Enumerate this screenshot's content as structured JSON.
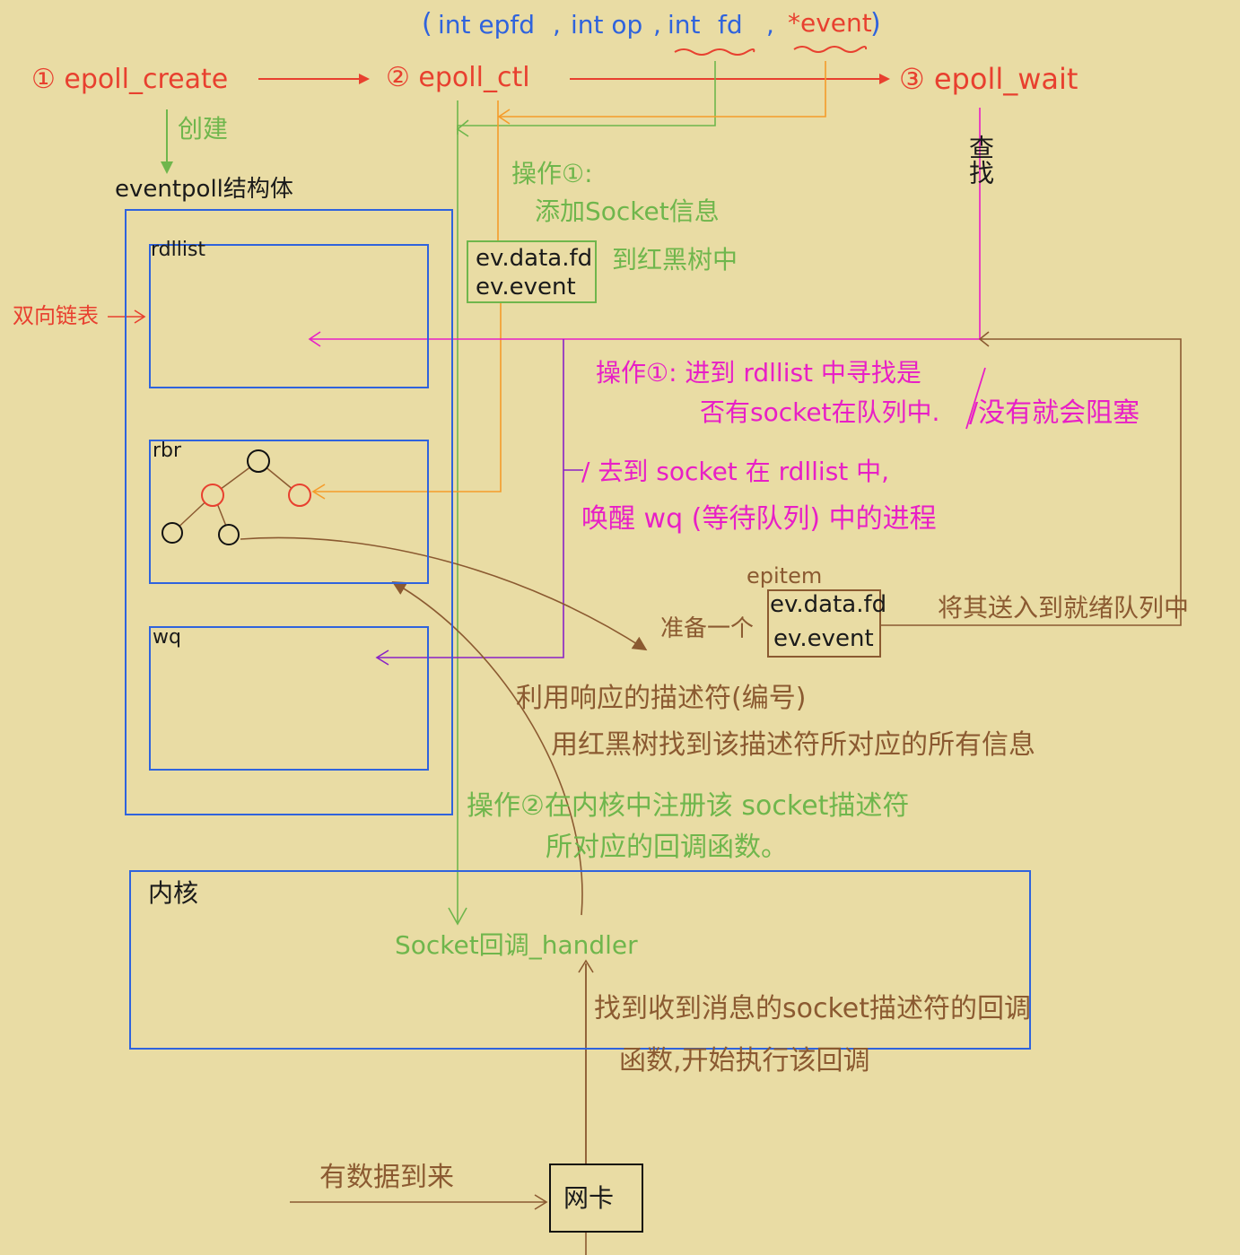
{
  "signature": {
    "open": "(",
    "p1": "int epfd",
    "sep1": ",",
    "p2": "int op",
    "sep2": ",",
    "p3_type": "int",
    "p3_name": "fd",
    "sep3": ",",
    "p4": "*event",
    "close": ")"
  },
  "steps": {
    "create": "① epoll_create",
    "ctl": "② epoll_ctl",
    "wait": "③ epoll_wait"
  },
  "create_label": "创建",
  "find_label": "查找",
  "eventpoll_label": "eventpoll结构体",
  "doubly_linked_list": "双向链表",
  "regions": {
    "rdllist": "rdllist",
    "rbr": "rbr",
    "wq": "wq"
  },
  "op1_add": {
    "line1": "操作①:",
    "line2": "添加Socket信息",
    "line3": "到红黑树中"
  },
  "ev_box1": {
    "fd": "ev.data.fd",
    "event": "ev.event"
  },
  "op_wait": {
    "line1": "操作①: 进到 rdllist 中寻找是",
    "line2": "否有socket在队列中.",
    "blocked": "/没有就会阻塞"
  },
  "wake": {
    "line1": "/ 去到 socket 在 rdllist 中,",
    "line2": "唤醒 wq (等待队列) 中的进程"
  },
  "epitem": {
    "title": "epitem",
    "fd": "ev.data.fd",
    "event": "ev.event",
    "prepare": "准备一个",
    "to_ready": "将其送入到就绪队列中"
  },
  "lookup": {
    "line1": "利用响应的描述符(编号)",
    "line2": "用红黑树找到该描述符所对应的所有信息"
  },
  "op_register": {
    "line1": "操作②在内核中注册该 socket描述符",
    "line2": "所对应的回调函数。"
  },
  "kernel": {
    "label": "内核",
    "handler": "Socket回调_handler",
    "callback_line1": "找到收到消息的socket描述符的回调",
    "callback_line2": "函数,开始执行该回调"
  },
  "nic": {
    "label": "网卡",
    "incoming": "有数据到来"
  },
  "colors": {
    "background": "#e9dca4",
    "red": "#e8402f",
    "green": "#6fb64c",
    "blue": "#2f63dd",
    "orange": "#f59b2a",
    "magenta": "#e81fc6",
    "brown": "#8b5a31",
    "purple": "#8a22c6"
  }
}
